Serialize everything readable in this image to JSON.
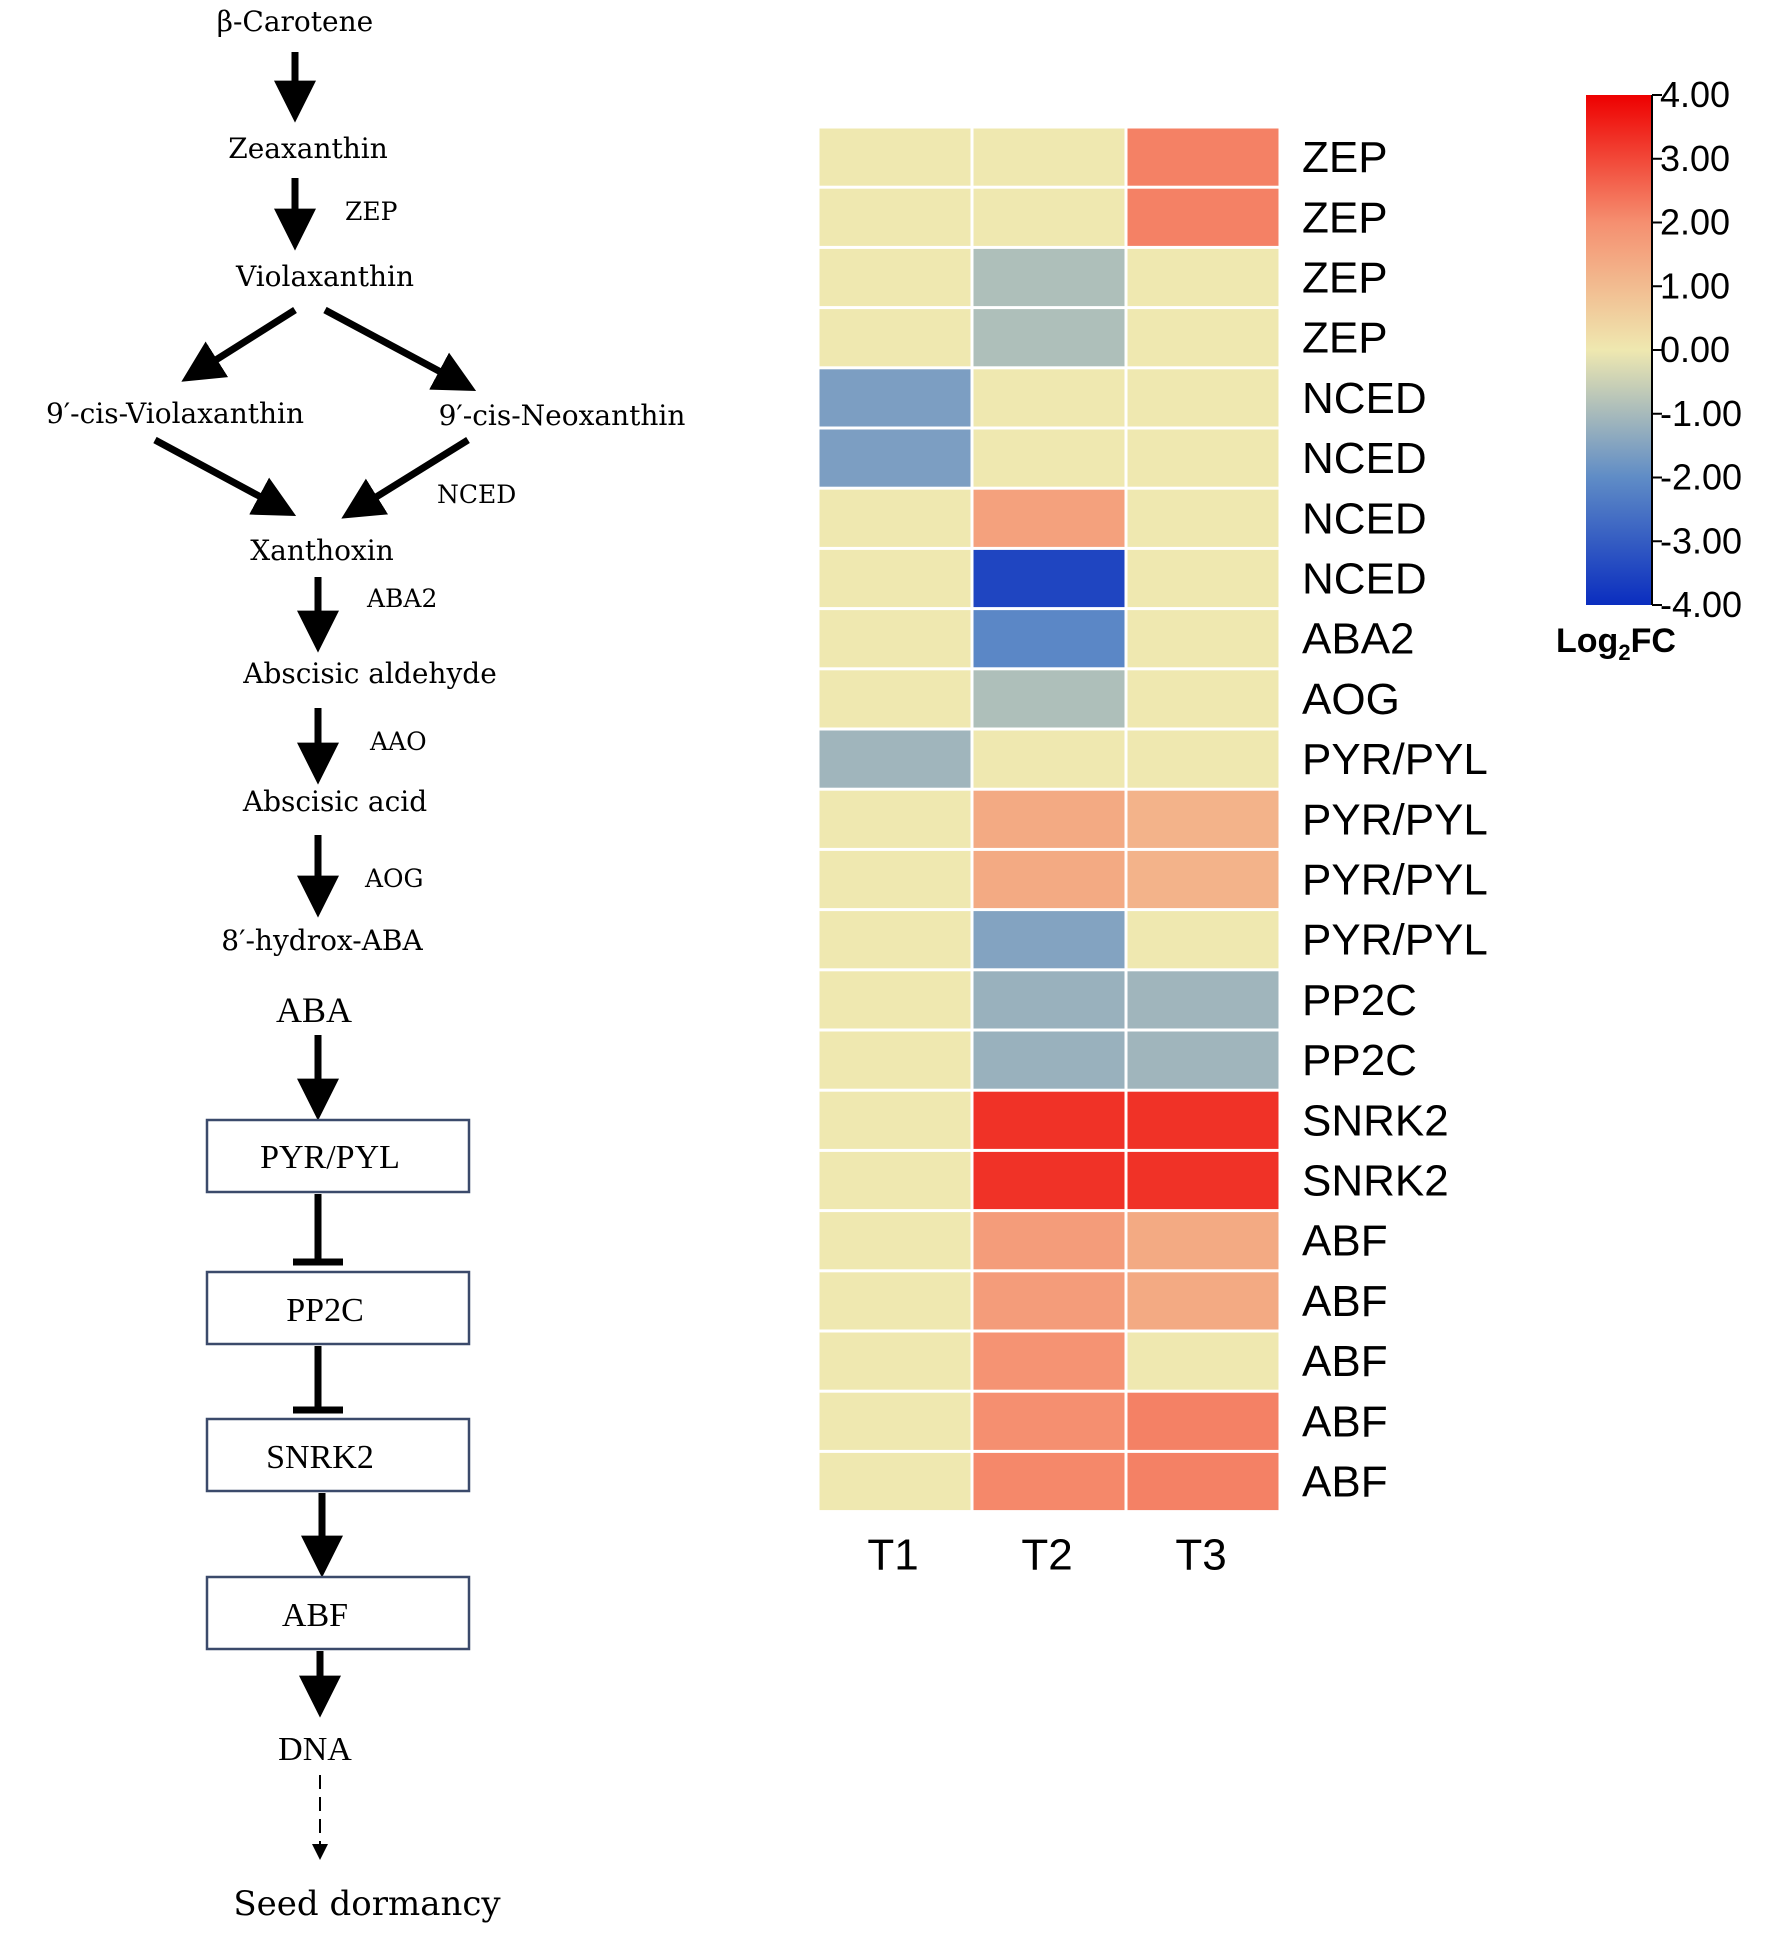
{
  "pathway": {
    "nodes": {
      "beta_carotene": "β-Carotene",
      "zeaxanthin": "Zeaxanthin",
      "violaxanthin": "Violaxanthin",
      "cis_violaxanthin": "9′-cis-Violaxanthin",
      "cis_neoxanthin": "9′-cis-Neoxanthin",
      "xanthoxin": "Xanthoxin",
      "abscisic_aldehyde": "Abscisic aldehyde",
      "abscisic_acid": "Abscisic acid",
      "hydrox_aba": "8′-hydrox-ABA",
      "aba": "ABA",
      "dna": "DNA",
      "seed_dormancy": "Seed dormancy"
    },
    "enzymes": {
      "zep": "ZEP",
      "nced": "NCED",
      "aba2": "ABA2",
      "aao": "AAO",
      "aog": "AOG"
    },
    "signaling": {
      "pyr_pyl": "PYR/PYL",
      "pp2c": "PP2C",
      "snrk2": "SNRK2",
      "abf": "ABF"
    },
    "colors": {
      "box_border": "#3b4a6b",
      "arrow": "#000000"
    }
  },
  "chart_data": {
    "type": "heatmap",
    "columns": [
      "T1",
      "T2",
      "T3"
    ],
    "rows": [
      "ZEP",
      "ZEP",
      "ZEP",
      "ZEP",
      "NCED",
      "NCED",
      "NCED",
      "NCED",
      "ABA2",
      "AOG",
      "PYR/PYL",
      "PYR/PYL",
      "PYR/PYL",
      "PYR/PYL",
      "PP2C",
      "PP2C",
      "SNRK2",
      "SNRK2",
      "ABF",
      "ABF",
      "ABF",
      "ABF",
      "ABF"
    ],
    "values": [
      [
        0,
        0,
        2.2
      ],
      [
        0,
        0,
        2.2
      ],
      [
        0,
        -0.9,
        0
      ],
      [
        0,
        -0.9,
        0
      ],
      [
        -1.6,
        0,
        0
      ],
      [
        -1.6,
        0,
        0
      ],
      [
        0,
        1.6,
        0
      ],
      [
        0,
        -3.5,
        0
      ],
      [
        0,
        -2.1,
        0
      ],
      [
        0,
        -0.9,
        0
      ],
      [
        -1.1,
        0,
        0
      ],
      [
        0,
        1.4,
        1.2
      ],
      [
        0,
        1.4,
        1.2
      ],
      [
        0,
        -1.5,
        0
      ],
      [
        0,
        -1.2,
        -1.1
      ],
      [
        0,
        -1.2,
        -1.1
      ],
      [
        0,
        3.3,
        3.3
      ],
      [
        0,
        3.3,
        3.3
      ],
      [
        0,
        1.7,
        1.4
      ],
      [
        0,
        1.7,
        1.4
      ],
      [
        0,
        1.9,
        0
      ],
      [
        0,
        2.0,
        2.2
      ],
      [
        0,
        2.1,
        2.2
      ]
    ],
    "colorbar": {
      "title_main": "Log",
      "title_sub": "2",
      "title_end": "FC",
      "min": -4,
      "max": 4,
      "ticks": [
        "4.00",
        "3.00",
        "2.00",
        "1.00",
        "0.00",
        "-1.00",
        "-2.00",
        "-3.00",
        "-4.00"
      ],
      "colors": {
        "low": "#0a2dbf",
        "mid": "#efe8b0",
        "high": "#ee0000"
      }
    }
  }
}
